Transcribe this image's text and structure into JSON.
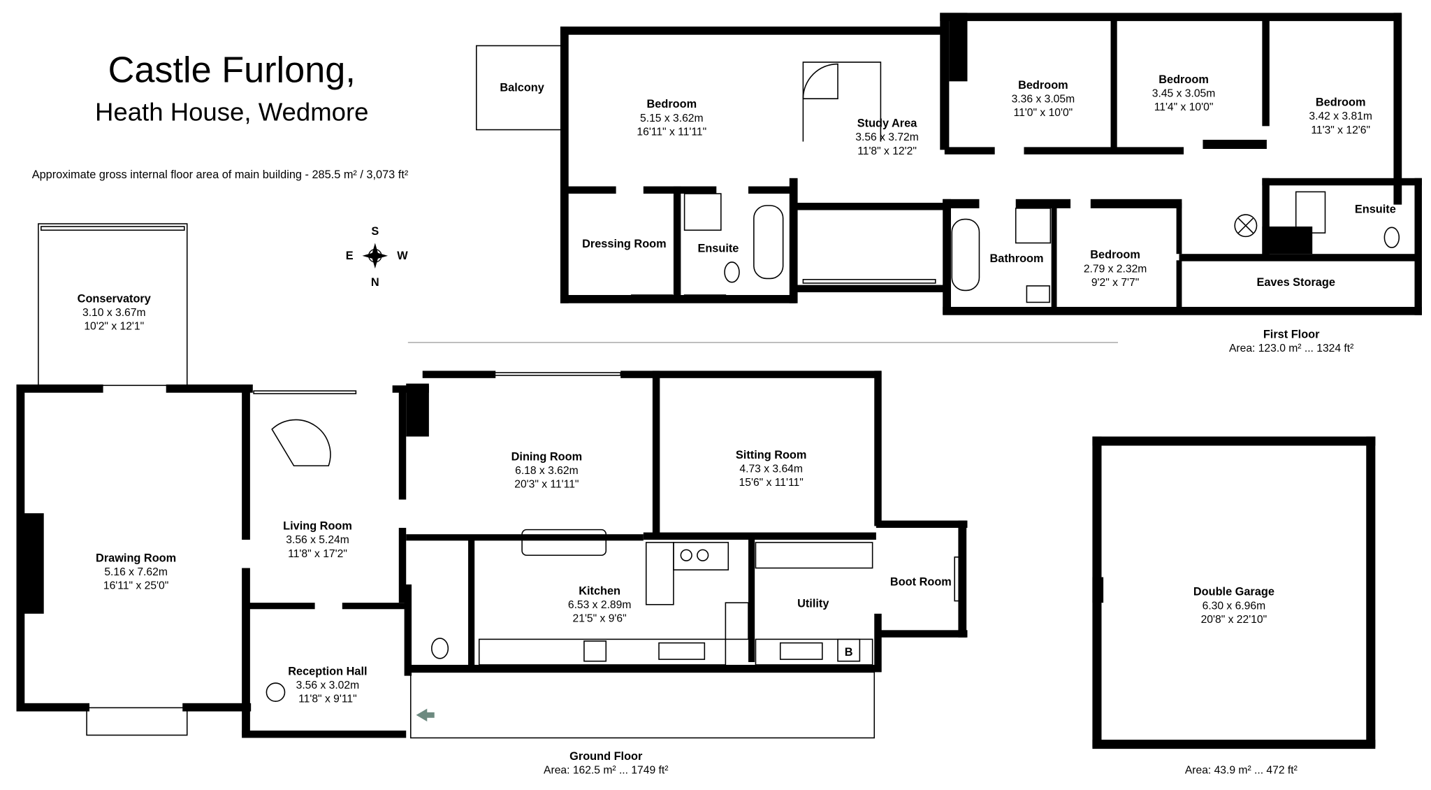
{
  "title": "Castle Furlong,",
  "subtitle": "Heath House, Wedmore",
  "gross_area_note": "Approximate gross internal floor area of main building  -  285.5 m² /  3,073 ft²",
  "compass": {
    "n": "N",
    "s": "S",
    "e": "E",
    "w": "W",
    "icon": "compass-rose-icon"
  },
  "first_floor": {
    "label": "First Floor",
    "area": "Area: 123.0 m² ... 1324 ft²",
    "rooms": {
      "balcony": {
        "name": "Balcony"
      },
      "bedroom_main": {
        "name": "Bedroom",
        "metric": "5.15 x 3.62m",
        "imperial": "16'11\" x 11'11\""
      },
      "dressing": {
        "name": "Dressing Room"
      },
      "ensuite1": {
        "name": "Ensuite"
      },
      "study": {
        "name": "Study Area",
        "metric": "3.56 x 3.72m",
        "imperial": "11'8\" x 12'2\""
      },
      "bedroom2": {
        "name": "Bedroom",
        "metric": "3.36 x 3.05m",
        "imperial": "11'0\" x 10'0\""
      },
      "bedroom3": {
        "name": "Bedroom",
        "metric": "3.45 x 3.05m",
        "imperial": "11'4\" x 10'0\""
      },
      "bedroom4": {
        "name": "Bedroom",
        "metric": "3.42 x 3.81m",
        "imperial": "11'3\" x 12'6\""
      },
      "ensuite2": {
        "name": "Ensuite"
      },
      "bathroom": {
        "name": "Bathroom"
      },
      "bedroom5": {
        "name": "Bedroom",
        "metric": "2.79 x 2.32m",
        "imperial": "9'2\" x 7'7\""
      },
      "eaves": {
        "name": "Eaves Storage"
      }
    }
  },
  "ground_floor": {
    "label": "Ground Floor",
    "area": "Area: 162.5 m² ... 1749 ft²",
    "rooms": {
      "conservatory": {
        "name": "Conservatory",
        "metric": "3.10 x 3.67m",
        "imperial": "10'2\" x 12'1\""
      },
      "drawing": {
        "name": "Drawing Room",
        "metric": "5.16 x 7.62m",
        "imperial": "16'11\" x 25'0\""
      },
      "living": {
        "name": "Living Room",
        "metric": "3.56 x 5.24m",
        "imperial": "11'8\" x 17'2\""
      },
      "reception": {
        "name": "Reception Hall",
        "metric": "3.56 x 3.02m",
        "imperial": "11'8\" x 9'11\""
      },
      "dining": {
        "name": "Dining Room",
        "metric": "6.18 x 3.62m",
        "imperial": "20'3\" x 11'11\""
      },
      "sitting": {
        "name": "Sitting Room",
        "metric": "4.73 x 3.64m",
        "imperial": "15'6\" x 11'11\""
      },
      "kitchen": {
        "name": "Kitchen",
        "metric": "6.53 x 2.89m",
        "imperial": "21'5\" x 9'6\""
      },
      "utility": {
        "name": "Utility"
      },
      "boot": {
        "name": "Boot Room"
      },
      "boiler": {
        "name": "B"
      }
    }
  },
  "garage": {
    "name": "Double Garage",
    "metric": "6.30 x 6.96m",
    "imperial": "20'8\" x 22'10\"",
    "area": "Area: 43.9 m² ... 472 ft²"
  },
  "colors": {
    "walls": "#000000",
    "entrance_arrow": "#6d8a80",
    "divider": "#999999"
  }
}
